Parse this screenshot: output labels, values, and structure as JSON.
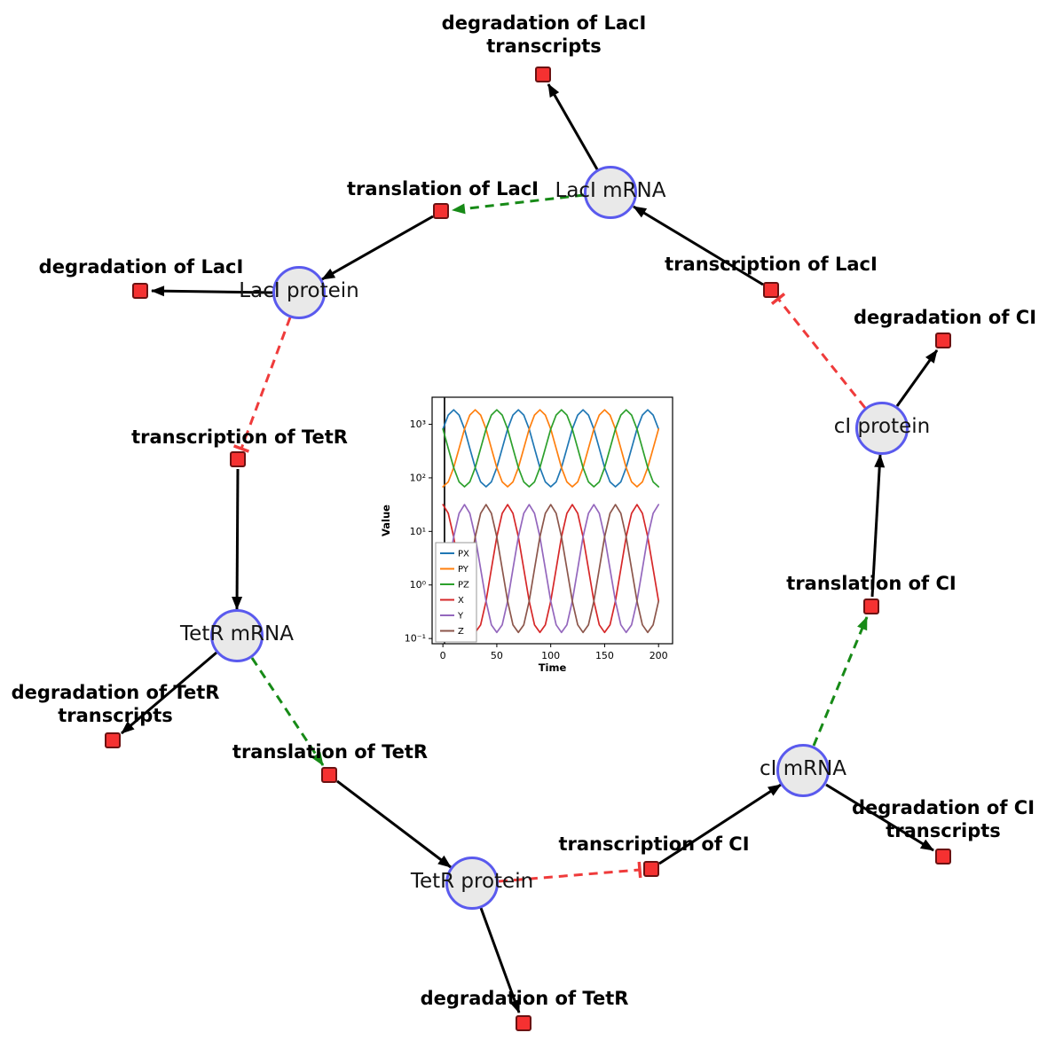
{
  "diagram": {
    "species": [
      {
        "id": "laci-mrna",
        "label": "LacI mRNA"
      },
      {
        "id": "laci-protein",
        "label": "LacI protein"
      },
      {
        "id": "ci-protein",
        "label": "cI protein"
      },
      {
        "id": "tetr-mrna",
        "label": "TetR mRNA"
      },
      {
        "id": "ci-mrna",
        "label": "cI mRNA"
      },
      {
        "id": "tetr-protein",
        "label": "TetR protein"
      }
    ],
    "reactions": [
      {
        "id": "degradation-laci-transcripts",
        "lines": [
          "degradation of LacI",
          "transcripts"
        ]
      },
      {
        "id": "translation-laci",
        "lines": [
          "translation of LacI"
        ]
      },
      {
        "id": "transcription-laci",
        "lines": [
          "transcription of LacI"
        ]
      },
      {
        "id": "degradation-laci",
        "lines": [
          "degradation of LacI"
        ]
      },
      {
        "id": "degradation-ci",
        "lines": [
          "degradation of CI"
        ]
      },
      {
        "id": "transcription-tetr",
        "lines": [
          "transcription of TetR"
        ]
      },
      {
        "id": "translation-ci",
        "lines": [
          "translation of CI"
        ]
      },
      {
        "id": "degradation-tetr-transcripts",
        "lines": [
          "degradation of TetR",
          "transcripts"
        ]
      },
      {
        "id": "translation-tetr",
        "lines": [
          "translation of TetR"
        ]
      },
      {
        "id": "transcription-ci",
        "lines": [
          "transcription of CI"
        ]
      },
      {
        "id": "degradation-ci-transcripts",
        "lines": [
          "degradation of CI",
          "transcripts"
        ]
      },
      {
        "id": "degradation-tetr",
        "lines": [
          "degradation of TetR"
        ]
      }
    ],
    "edge_types": {
      "production": "solid-black-arrow",
      "modifier": "dashed-green-arrow",
      "inhibition": "dashed-red-tbar"
    },
    "colors": {
      "species_fill": "#e9e9e9",
      "species_border": "#5a5aee",
      "reaction_fill": "#f53131",
      "reaction_border": "#6b1212",
      "edge_black": "#000000",
      "edge_green": "#178a17",
      "edge_red": "#ef3b3b"
    }
  },
  "chart_data": {
    "type": "line",
    "title": "",
    "xlabel": "Time",
    "ylabel": "Value",
    "yscale": "log",
    "xlim": [
      -10,
      213
    ],
    "ylim": [
      0.08,
      3200
    ],
    "x_ticks": [
      0,
      50,
      100,
      150,
      200
    ],
    "y_tick_values": [
      0.1,
      1,
      10,
      100,
      1000
    ],
    "y_tick_labels": [
      "10⁻¹",
      "10⁰",
      "10¹",
      "10²",
      "10³"
    ],
    "legend_position": "lower left",
    "grid": false,
    "annotations": [
      {
        "type": "vline",
        "x": 1.5
      }
    ],
    "x": [
      0,
      5,
      10,
      15,
      20,
      25,
      30,
      35,
      40,
      45,
      50,
      55,
      60,
      65,
      70,
      75,
      80,
      85,
      90,
      95,
      100,
      105,
      110,
      115,
      120,
      125,
      130,
      135,
      140,
      145,
      150,
      155,
      160,
      165,
      170,
      175,
      180,
      185,
      190,
      195,
      200
    ],
    "series": [
      {
        "name": "PX",
        "color": "#1f77b4",
        "values": [
          813,
          1490,
          1862,
          1490,
          813,
          355,
          155,
          84,
          68,
          84,
          155,
          355,
          813,
          1490,
          1862,
          1490,
          813,
          355,
          155,
          84,
          68,
          84,
          155,
          355,
          813,
          1490,
          1862,
          1490,
          813,
          355,
          155,
          84,
          68,
          84,
          155,
          355,
          813,
          1490,
          1862,
          1490,
          813
        ]
      },
      {
        "name": "PY",
        "color": "#ff7f0e",
        "values": [
          68,
          84,
          155,
          355,
          813,
          1490,
          1862,
          1490,
          813,
          355,
          155,
          84,
          68,
          84,
          155,
          355,
          813,
          1490,
          1862,
          1490,
          813,
          355,
          155,
          84,
          68,
          84,
          155,
          355,
          813,
          1490,
          1862,
          1490,
          813,
          355,
          155,
          84,
          68,
          84,
          155,
          355,
          813
        ]
      },
      {
        "name": "PZ",
        "color": "#2ca02c",
        "values": [
          813,
          355,
          155,
          84,
          68,
          84,
          155,
          355,
          813,
          1490,
          1862,
          1490,
          813,
          355,
          155,
          84,
          68,
          84,
          155,
          355,
          813,
          1490,
          1862,
          1490,
          813,
          355,
          155,
          84,
          68,
          84,
          155,
          355,
          813,
          1490,
          1862,
          1490,
          813,
          355,
          155,
          84,
          68
        ]
      },
      {
        "name": "X",
        "color": "#d62728",
        "values": [
          31.6,
          21.8,
          7.9,
          2.0,
          0.5,
          0.18,
          0.13,
          0.18,
          0.5,
          2.0,
          7.9,
          21.8,
          31.6,
          21.8,
          7.9,
          2.0,
          0.5,
          0.18,
          0.13,
          0.18,
          0.5,
          2.0,
          7.9,
          21.8,
          31.6,
          21.8,
          7.9,
          2.0,
          0.5,
          0.18,
          0.13,
          0.18,
          0.5,
          2.0,
          7.9,
          21.8,
          31.6,
          21.8,
          7.9,
          2.0,
          0.5
        ]
      },
      {
        "name": "Y",
        "color": "#9467bd",
        "values": [
          0.5,
          2.0,
          7.9,
          21.8,
          31.6,
          21.8,
          7.9,
          2.0,
          0.5,
          0.18,
          0.13,
          0.18,
          0.5,
          2.0,
          7.9,
          21.8,
          31.6,
          21.8,
          7.9,
          2.0,
          0.5,
          0.18,
          0.13,
          0.18,
          0.5,
          2.0,
          7.9,
          21.8,
          31.6,
          21.8,
          7.9,
          2.0,
          0.5,
          0.18,
          0.13,
          0.18,
          0.5,
          2.0,
          7.9,
          21.8,
          31.6
        ]
      },
      {
        "name": "Z",
        "color": "#8c564b",
        "values": [
          0.5,
          0.18,
          0.13,
          0.18,
          0.5,
          2.0,
          7.9,
          21.8,
          31.6,
          21.8,
          7.9,
          2.0,
          0.5,
          0.18,
          0.13,
          0.18,
          0.5,
          2.0,
          7.9,
          21.8,
          31.6,
          21.8,
          7.9,
          2.0,
          0.5,
          0.18,
          0.13,
          0.18,
          0.5,
          2.0,
          7.9,
          21.8,
          31.6,
          21.8,
          7.9,
          2.0,
          0.5,
          0.18,
          0.13,
          0.18,
          0.5
        ]
      }
    ]
  }
}
